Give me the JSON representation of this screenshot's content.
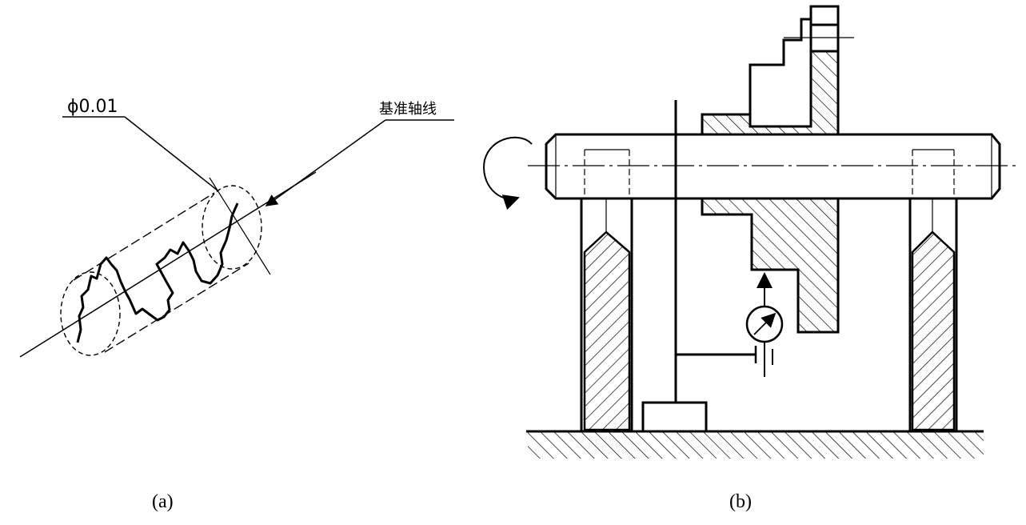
{
  "figure_a": {
    "tolerance_label": "ϕ0.01",
    "datum_label": "基准轴线",
    "caption": "(a)"
  },
  "figure_b": {
    "caption": "(b)"
  }
}
